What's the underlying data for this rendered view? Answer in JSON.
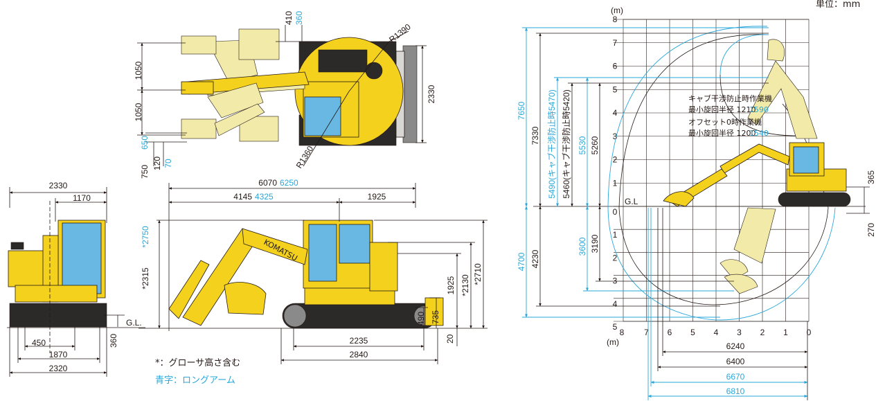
{
  "unit_label": "単位：mm",
  "notes": {
    "crawler_note": "*：グローサ高さ含む",
    "blue_note": "青字：ロングアーム"
  },
  "colors": {
    "blue_text": "#2aa7d9",
    "machine_yellow": "#f3d11d",
    "glass": "#69b8e3"
  },
  "top_view": {
    "dims": {
      "d410": "410",
      "d360": "360",
      "r1390": "R1390",
      "d1050a": "1050",
      "d1050b": "1050",
      "d2330": "2330",
      "d750": "750",
      "d650": "650",
      "d120": "120",
      "d70": "70",
      "r1360": "R1360"
    }
  },
  "rear_view": {
    "dims": {
      "d2330": "2330",
      "d1170": "1170",
      "d450": "450",
      "d1870": "1870",
      "d2320": "2320",
      "d360": "360",
      "gl": "G.L."
    }
  },
  "side_view": {
    "dims": {
      "d6070": "6070",
      "d6250": "6250",
      "d4145": "4145",
      "d4325": "4325",
      "d1925top": "1925",
      "d2315": "*2315",
      "d2750": "*2750",
      "d1925": "1925",
      "d2130": "*2130",
      "d2710": "*2710",
      "d490": "490",
      "d735": "735",
      "d20": "20",
      "d2235": "2235",
      "d2840": "2840"
    }
  },
  "range_chart": {
    "axis_unit": "(m)",
    "y_up": [
      "8",
      "7",
      "6",
      "5",
      "4",
      "3",
      "2",
      "1"
    ],
    "y_down": [
      "0",
      "1",
      "2",
      "3",
      "4",
      "5"
    ],
    "x_labels": [
      "8",
      "7",
      "6",
      "5",
      "4",
      "3",
      "2",
      "1",
      "0"
    ],
    "gl": "G.L",
    "dims": {
      "d7650": "7650",
      "d7330": "7330",
      "d5490": "5490(キャブ干渉防止時5470)",
      "d5460": "5460(キャブ干渉防止時5420)",
      "d5530": "5530",
      "d5260": "5260",
      "d4700": "4700",
      "d4230": "4230",
      "d3600": "3600",
      "d3190": "3190",
      "d365": "365",
      "d270": "270",
      "d6240": "6240",
      "d6400": "6400",
      "d6670": "6670",
      "d6810": "6810"
    },
    "annotations": {
      "cab_title": "キャブ干渉防止時作業機",
      "cab_radius": "最小旋回半径 1210",
      "cab_radius_long": "1590",
      "offset_title": "オフセット0時作業機",
      "offset_radius": "最小旋回半径 1200",
      "offset_radius_long": "1540"
    }
  }
}
